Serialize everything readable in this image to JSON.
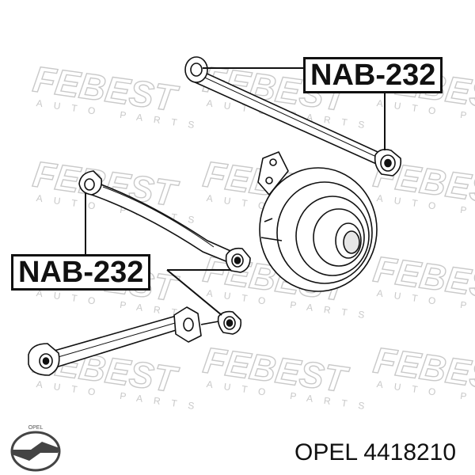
{
  "diagram": {
    "callouts": [
      {
        "id": "top",
        "text": "NAB-232"
      },
      {
        "id": "left",
        "text": "NAB-232"
      }
    ]
  },
  "watermark": {
    "brand": "FEBEST",
    "tagline": "AUTO PARTS",
    "color": "#c9c9c9"
  },
  "logo": {
    "name": "opel-logo-icon",
    "brand": "OPEL"
  },
  "footer": {
    "text": "OPEL 4418210"
  },
  "colors": {
    "line": "#111111",
    "background": "#ffffff"
  }
}
